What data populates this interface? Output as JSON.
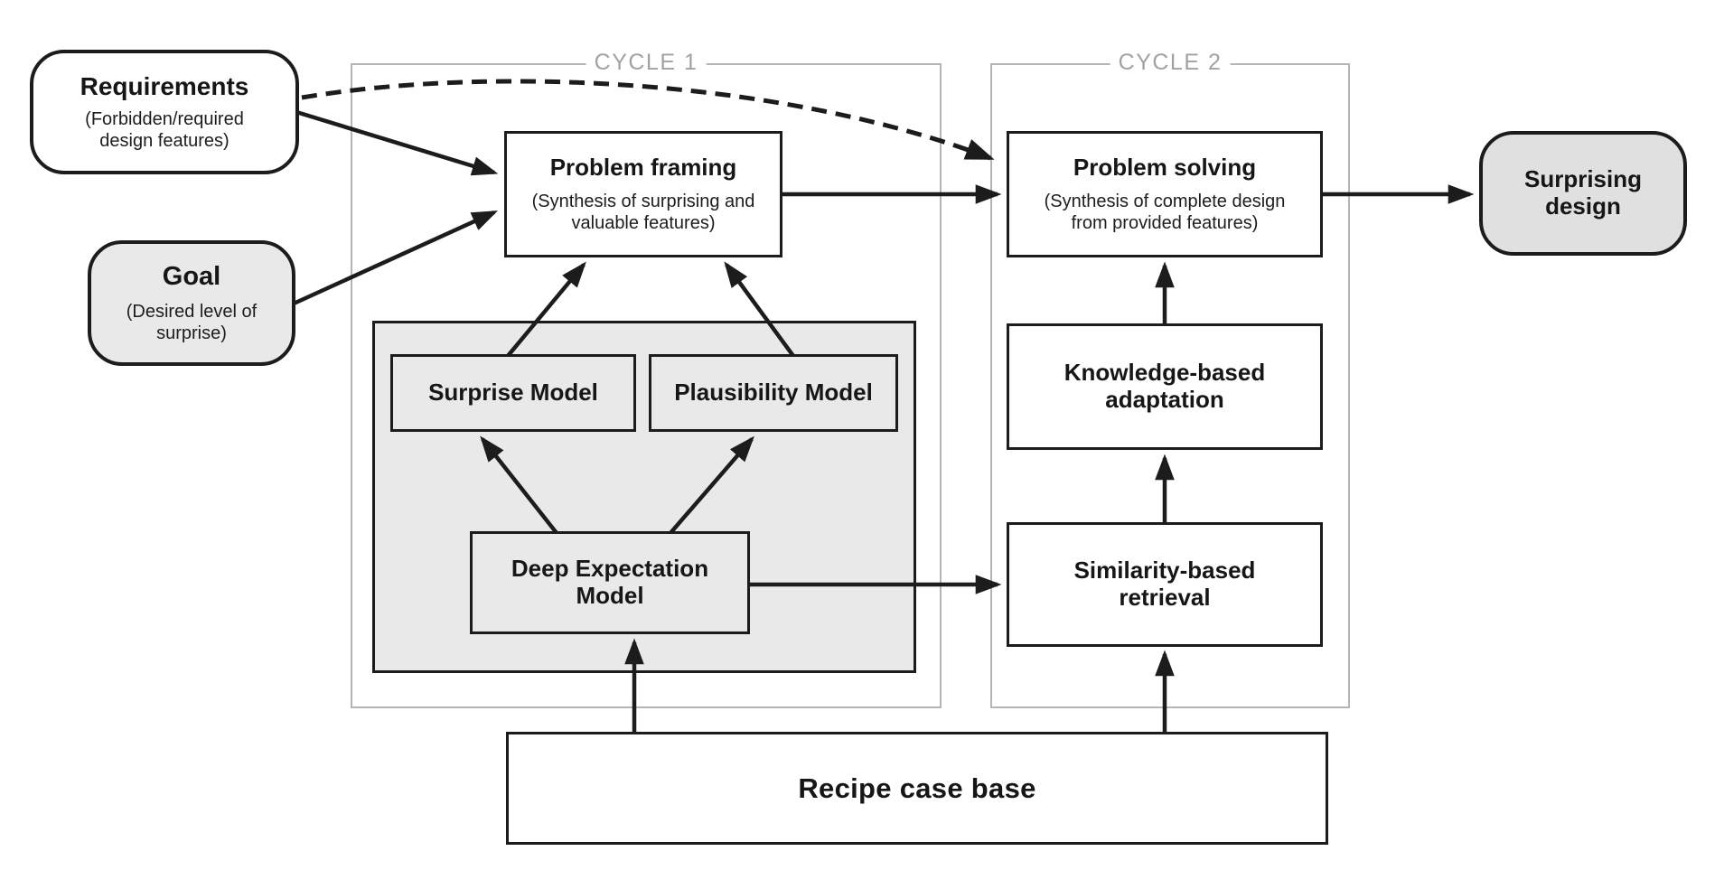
{
  "diagram": {
    "containers": [
      {
        "id": "cycle1",
        "label": "CYCLE 1"
      },
      {
        "id": "cycle2",
        "label": "CYCLE 2"
      }
    ],
    "nodes": {
      "requirements": {
        "title": "Requirements",
        "subtitle": "(Forbidden/required design features)",
        "shape": "rounded",
        "fill": "white"
      },
      "goal": {
        "title": "Goal",
        "subtitle": "(Desired level of surprise)",
        "shape": "rounded",
        "fill": "gray"
      },
      "problem_framing": {
        "title": "Problem framing",
        "subtitle": "(Synthesis of surprising and valuable features)",
        "shape": "rect",
        "fill": "white"
      },
      "problem_solving": {
        "title": "Problem solving",
        "subtitle": "(Synthesis of complete design from provided features)",
        "shape": "rect",
        "fill": "white"
      },
      "surprising_design": {
        "title": "Surprising design",
        "shape": "rounded",
        "fill": "gray"
      },
      "surprise_model": {
        "title": "Surprise Model",
        "shape": "rect",
        "fill": "gray"
      },
      "plausibility_model": {
        "title": "Plausibility Model",
        "shape": "rect",
        "fill": "gray"
      },
      "deep_expectation_model": {
        "title": "Deep Expectation Model",
        "shape": "rect",
        "fill": "gray"
      },
      "knowledge_based_adaptation": {
        "title": "Knowledge-based adaptation",
        "shape": "rect",
        "fill": "white"
      },
      "similarity_based_retrieval": {
        "title": "Similarity-based retrieval",
        "shape": "rect",
        "fill": "white"
      },
      "recipe_case_base": {
        "title": "Recipe case base",
        "shape": "rect",
        "fill": "white"
      }
    },
    "edges": [
      {
        "from": "requirements",
        "to": "problem_framing",
        "style": "solid"
      },
      {
        "from": "requirements",
        "to": "problem_solving",
        "style": "dashed"
      },
      {
        "from": "goal",
        "to": "problem_framing",
        "style": "solid"
      },
      {
        "from": "surprise_model",
        "to": "problem_framing",
        "style": "solid"
      },
      {
        "from": "plausibility_model",
        "to": "problem_framing",
        "style": "solid"
      },
      {
        "from": "deep_expectation_model",
        "to": "surprise_model",
        "style": "solid"
      },
      {
        "from": "deep_expectation_model",
        "to": "plausibility_model",
        "style": "solid"
      },
      {
        "from": "deep_expectation_model",
        "to": "similarity_based_retrieval",
        "style": "solid"
      },
      {
        "from": "similarity_based_retrieval",
        "to": "knowledge_based_adaptation",
        "style": "solid"
      },
      {
        "from": "knowledge_based_adaptation",
        "to": "problem_solving",
        "style": "solid"
      },
      {
        "from": "problem_framing",
        "to": "problem_solving",
        "style": "solid"
      },
      {
        "from": "problem_solving",
        "to": "surprising_design",
        "style": "solid"
      },
      {
        "from": "recipe_case_base",
        "to": "deep_expectation_model",
        "style": "solid"
      },
      {
        "from": "recipe_case_base",
        "to": "similarity_based_retrieval",
        "style": "solid"
      }
    ],
    "colors": {
      "node_border": "#1c1c1c",
      "gray_fill": "#e9e9e9",
      "container_border": "#b5b5b5",
      "cycle_label_text": "#a2a2a2",
      "arrow": "#1c1c1c"
    }
  }
}
